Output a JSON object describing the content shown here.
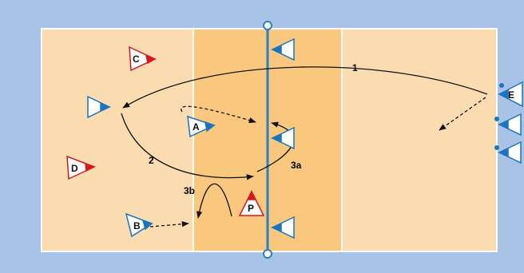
{
  "colors": {
    "background": "#a9c3e6",
    "court": "#fbdcb1",
    "attack_zone": "#f9c77e",
    "court_lines": "#ffffff",
    "net": "#2c7fc1",
    "team_blue": "#1c75bc",
    "team_red": "#d7191f",
    "arrow": "#111111"
  },
  "players": {
    "A": "A",
    "B": "B",
    "C": "C",
    "D": "D",
    "E": "E",
    "P": "P"
  },
  "paths": {
    "p1": "1",
    "p2": "2",
    "p3a": "3a",
    "p3b": "3b"
  }
}
